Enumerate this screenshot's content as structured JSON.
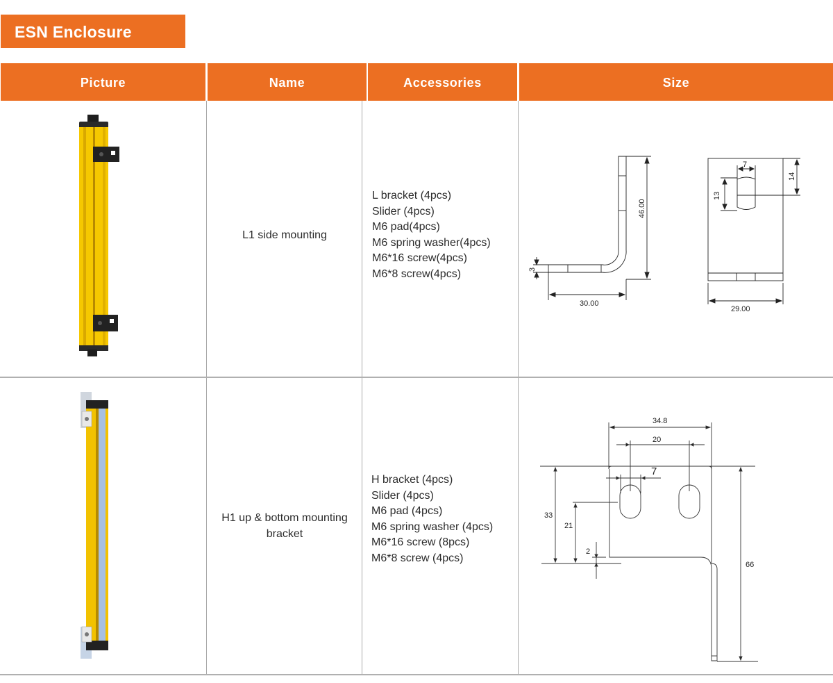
{
  "title": "ESN Enclosure",
  "colors": {
    "accent": "#ec6f22",
    "header_text": "#ffffff",
    "grid": "#a8a8a8",
    "product_yellow": "#f5c400"
  },
  "table": {
    "headers": [
      "Picture",
      "Name",
      "Accessories",
      "Size"
    ],
    "rows": [
      {
        "picture": "yellow-light-curtain-with-black-L-brackets",
        "name": "L1 side mounting",
        "accessories": [
          "L bracket (4pcs)",
          "Slider (4pcs)",
          "M6 pad(4pcs)",
          "M6 spring washer(4pcs)",
          "M6*16 screw(4pcs)",
          "M6*8 screw(4pcs)"
        ],
        "size": {
          "side_view": {
            "height": "46.00",
            "length": "30.00",
            "thickness": "3"
          },
          "front_view": {
            "slot_width": "7",
            "slot_height": "13",
            "slot_offset": "14",
            "width": "29.00"
          }
        }
      },
      {
        "picture": "yellow-light-curtain-with-silver-H-brackets",
        "name_line1": "H1 up & bottom mounting",
        "name_line2": "bracket",
        "accessories": [
          "H bracket (4pcs)",
          "Slider (4pcs)",
          "M6 pad (4pcs)",
          "M6 spring washer (4pcs)",
          "M6*16 screw (8pcs)",
          "M6*8 screw (4pcs)"
        ],
        "size": {
          "width": "34.8",
          "hole_spacing": "20",
          "slot_width": "7",
          "height": "33",
          "hole_height": "21",
          "thickness": "2",
          "total_height": "66"
        }
      }
    ]
  }
}
